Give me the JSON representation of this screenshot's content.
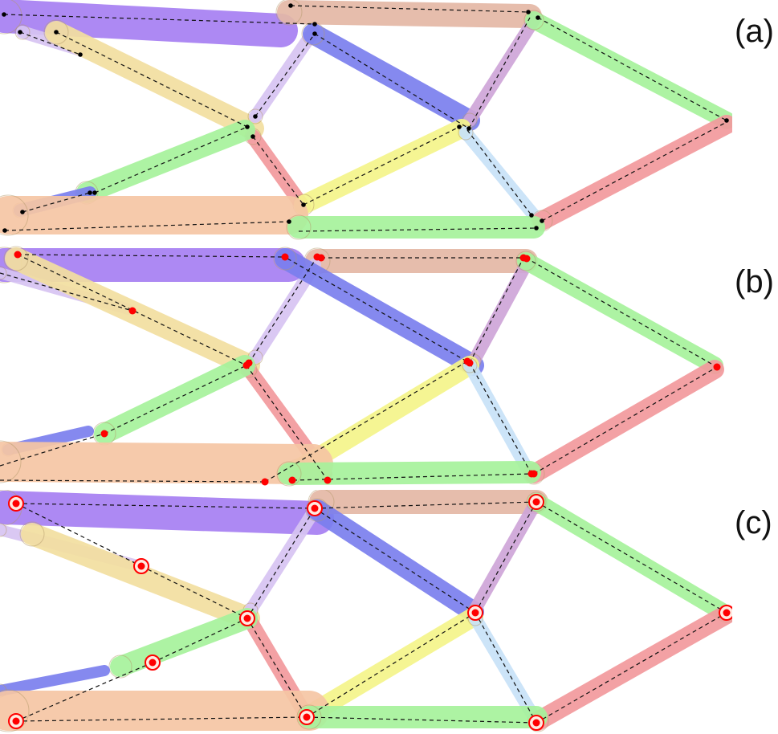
{
  "panels": [
    {
      "label": "(a)",
      "joint_style": "black-dot"
    },
    {
      "label": "(b)",
      "joint_style": "red-dot"
    },
    {
      "label": "(c)",
      "joint_style": "red-ringed-dot"
    }
  ],
  "colors": {
    "purple": "#a77ff2",
    "tan": "#e4b8a6",
    "yellow": "#f3dfa0",
    "lavender": "#d7c4f2",
    "blue": "#7b7fee",
    "green": "#a7f29c",
    "red": "#f29a9d",
    "brightyellow": "#f5f58a",
    "lightblue": "#c8e2f8",
    "orange": "#f6c6a4",
    "mauve": "#cfa6d8",
    "joint_black": "#000000",
    "joint_red": "#ff0000"
  }
}
